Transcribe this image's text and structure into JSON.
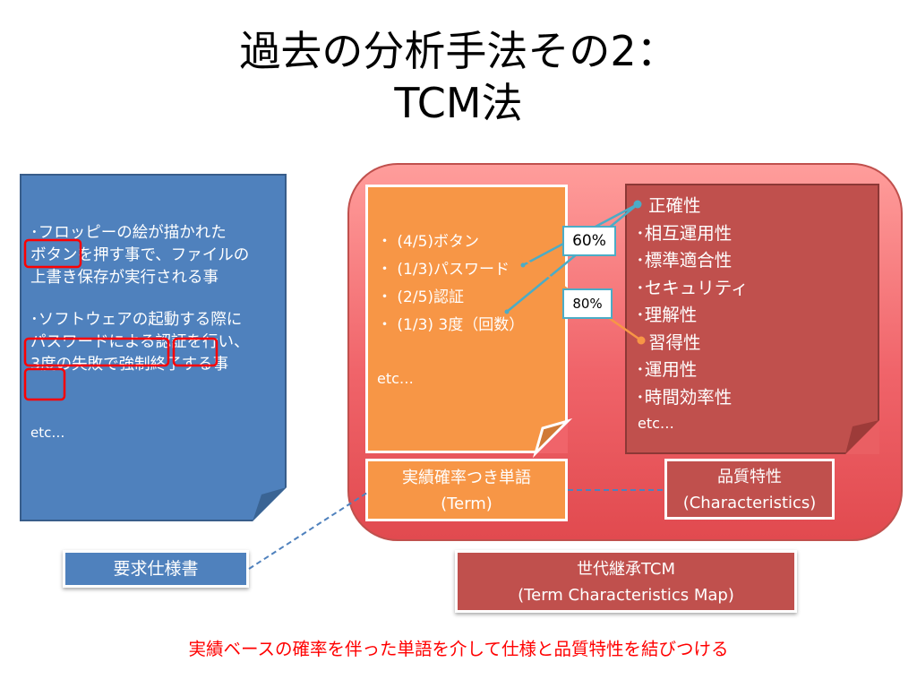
{
  "title": {
    "line1": "過去の分析手法その2：",
    "line2": "TCM法"
  },
  "requirements_doc": {
    "para1_line1": "･フロッピーの絵が描かれた",
    "para1_line2": "ボタンを押す事で、ファイルの",
    "para1_line3": "上書き保存が実行される事",
    "para2_line1": "･ソフトウェアの起動する際に",
    "para2_line2": "パスワードによる認証を行い、",
    "para2_line3": "3度の失敗で強制終了する事",
    "etc": "etc…"
  },
  "terms": {
    "items": [
      "・ (4/5)ボタン",
      "・ (1/3)パスワード",
      "・ (2/5)認証",
      "・ (1/3) 3度（回数）"
    ],
    "etc": "etc…"
  },
  "characteristics": {
    "items": [
      "正確性",
      "･相互運用性",
      "･標準適合性",
      "･セキュリティ",
      "･理解性",
      "習得性",
      "･運用性",
      "･時間効率性"
    ],
    "etc": "etc…"
  },
  "percentages": {
    "p60": "60%",
    "p80": "80%"
  },
  "labels": {
    "term_line1": "実績確率つき単語",
    "term_line2": "(Term)",
    "char_line1": "品質特性",
    "char_line2": "(Characteristics)",
    "requirements": "要求仕様書",
    "tcm_line1": "世代継承TCM",
    "tcm_line2": "(Term Characteristics Map)"
  },
  "footer": "実績ベースの確率を伴った単語を介して仕様と品質特性を結びつける",
  "colors": {
    "blue": "#4f81bd",
    "orange": "#f79646",
    "dark_red": "#c0504d",
    "highlight": "#ff0000",
    "connector_60": "#4bacc6",
    "connector_80": "#f79646"
  }
}
